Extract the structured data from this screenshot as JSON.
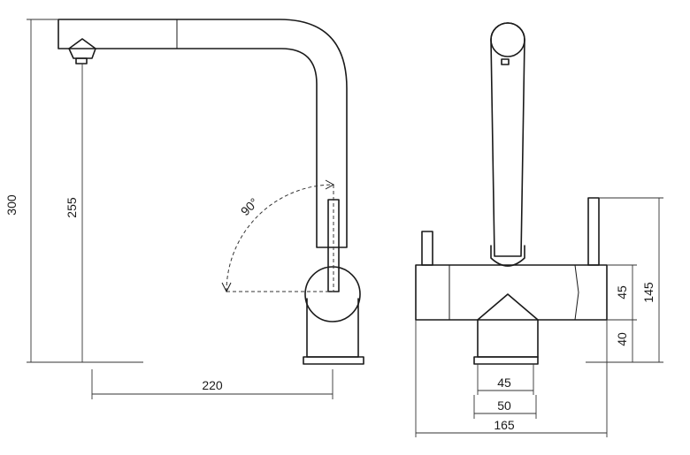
{
  "labels": {
    "height_total": "300",
    "height_spout": "255",
    "reach": "220",
    "angle": "90°",
    "side_45_upper": "45",
    "side_145": "145",
    "side_40": "40",
    "base_45": "45",
    "base_50": "50",
    "width_165": "165"
  }
}
